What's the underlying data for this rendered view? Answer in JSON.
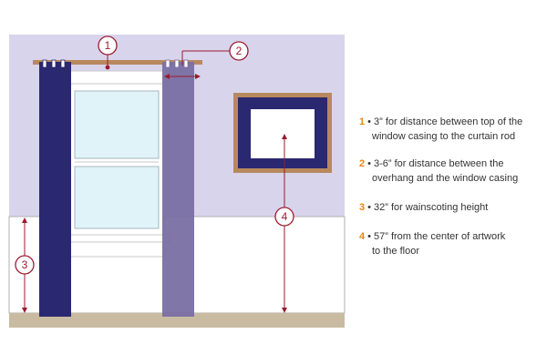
{
  "callouts": [
    {
      "num": "1",
      "bullet": "•",
      "line1": "3” for distance between top of the",
      "line2": "window casing to the curtain rod"
    },
    {
      "num": "2",
      "bullet": "•",
      "line1": "3-6” for distance between the",
      "line2": "overhang and the window casing"
    },
    {
      "num": "3",
      "bullet": "•",
      "line1": "32” for wainscoting height",
      "line2": ""
    },
    {
      "num": "4",
      "bullet": "•",
      "line1": "57” from the center of artwork",
      "line2": "to the floor"
    }
  ],
  "colors": {
    "wall": "#d8d4ec",
    "wainscot": "#ffffff",
    "floor": "#c9bba1",
    "rod": "#b8895e",
    "curtain_left": "#2a2870",
    "curtain_right": "#7a6fa3",
    "glass": "#dff3f8",
    "frame_outer": "#b8895e",
    "frame_inner": "#2a2870",
    "accent": "#e8851a",
    "marker": "#9a1b2e"
  }
}
